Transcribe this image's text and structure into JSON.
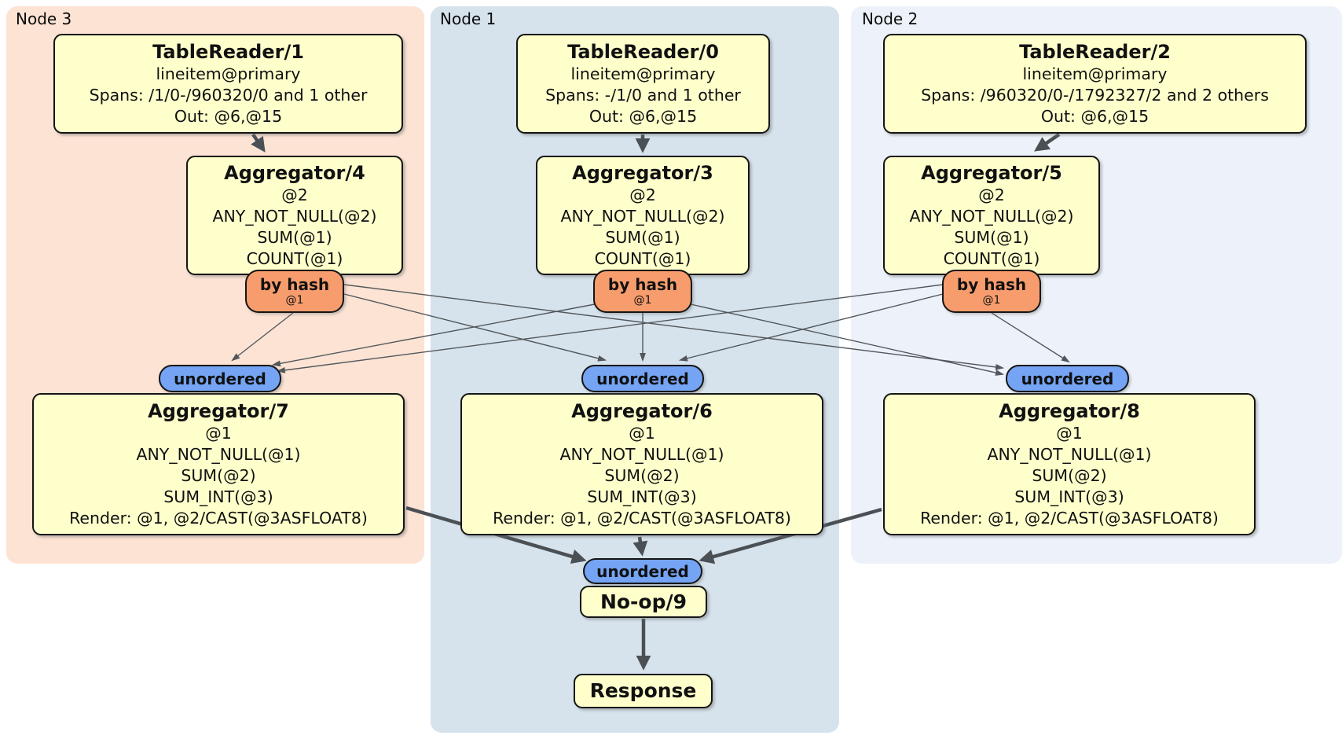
{
  "regions": {
    "node3": {
      "label": "Node 3",
      "table_reader": {
        "title": "TableReader/1",
        "lines": [
          "lineitem@primary",
          "Spans: /1/0-/960320/0 and 1 other",
          "Out: @6,@15"
        ]
      },
      "aggregator_top": {
        "title": "Aggregator/4",
        "lines": [
          "@2",
          "ANY_NOT_NULL(@2)",
          "SUM(@1)",
          "COUNT(@1)"
        ]
      },
      "router": {
        "label": "by hash",
        "detail": "@1"
      },
      "stream": {
        "label": "unordered"
      },
      "aggregator_bottom": {
        "title": "Aggregator/7",
        "lines": [
          "@1",
          "ANY_NOT_NULL(@1)",
          "SUM(@2)",
          "SUM_INT(@3)",
          "Render: @1, @2/CAST(@3ASFLOAT8)"
        ]
      }
    },
    "node1": {
      "label": "Node 1",
      "table_reader": {
        "title": "TableReader/0",
        "lines": [
          "lineitem@primary",
          "Spans: -/1/0 and 1 other",
          "Out: @6,@15"
        ]
      },
      "aggregator_top": {
        "title": "Aggregator/3",
        "lines": [
          "@2",
          "ANY_NOT_NULL(@2)",
          "SUM(@1)",
          "COUNT(@1)"
        ]
      },
      "router": {
        "label": "by hash",
        "detail": "@1"
      },
      "stream": {
        "label": "unordered"
      },
      "aggregator_bottom": {
        "title": "Aggregator/6",
        "lines": [
          "@1",
          "ANY_NOT_NULL(@1)",
          "SUM(@2)",
          "SUM_INT(@3)",
          "Render: @1, @2/CAST(@3ASFLOAT8)"
        ]
      }
    },
    "node2": {
      "label": "Node 2",
      "table_reader": {
        "title": "TableReader/2",
        "lines": [
          "lineitem@primary",
          "Spans: /960320/0-/1792327/2 and 2 others",
          "Out: @6,@15"
        ]
      },
      "aggregator_top": {
        "title": "Aggregator/5",
        "lines": [
          "@2",
          "ANY_NOT_NULL(@2)",
          "SUM(@1)",
          "COUNT(@1)"
        ]
      },
      "router": {
        "label": "by hash",
        "detail": "@1"
      },
      "stream": {
        "label": "unordered"
      },
      "aggregator_bottom": {
        "title": "Aggregator/8",
        "lines": [
          "@1",
          "ANY_NOT_NULL(@1)",
          "SUM(@2)",
          "SUM_INT(@3)",
          "Render: @1, @2/CAST(@3ASFLOAT8)"
        ]
      }
    }
  },
  "final_chain": {
    "stream": {
      "label": "unordered"
    },
    "noop": {
      "title": "No-op/9"
    },
    "response": {
      "title": "Response"
    }
  },
  "colors": {
    "region_node3_fill": "#fce3d4",
    "region_node1_fill": "#d6e3ec",
    "region_node2_fill": "#edf2fa",
    "operator_fill": "#ffffcc",
    "router_fill": "#f79d6d",
    "stream_fill": "#74a4f3",
    "box_border": "#151515",
    "edge_color": "#4b5055"
  }
}
